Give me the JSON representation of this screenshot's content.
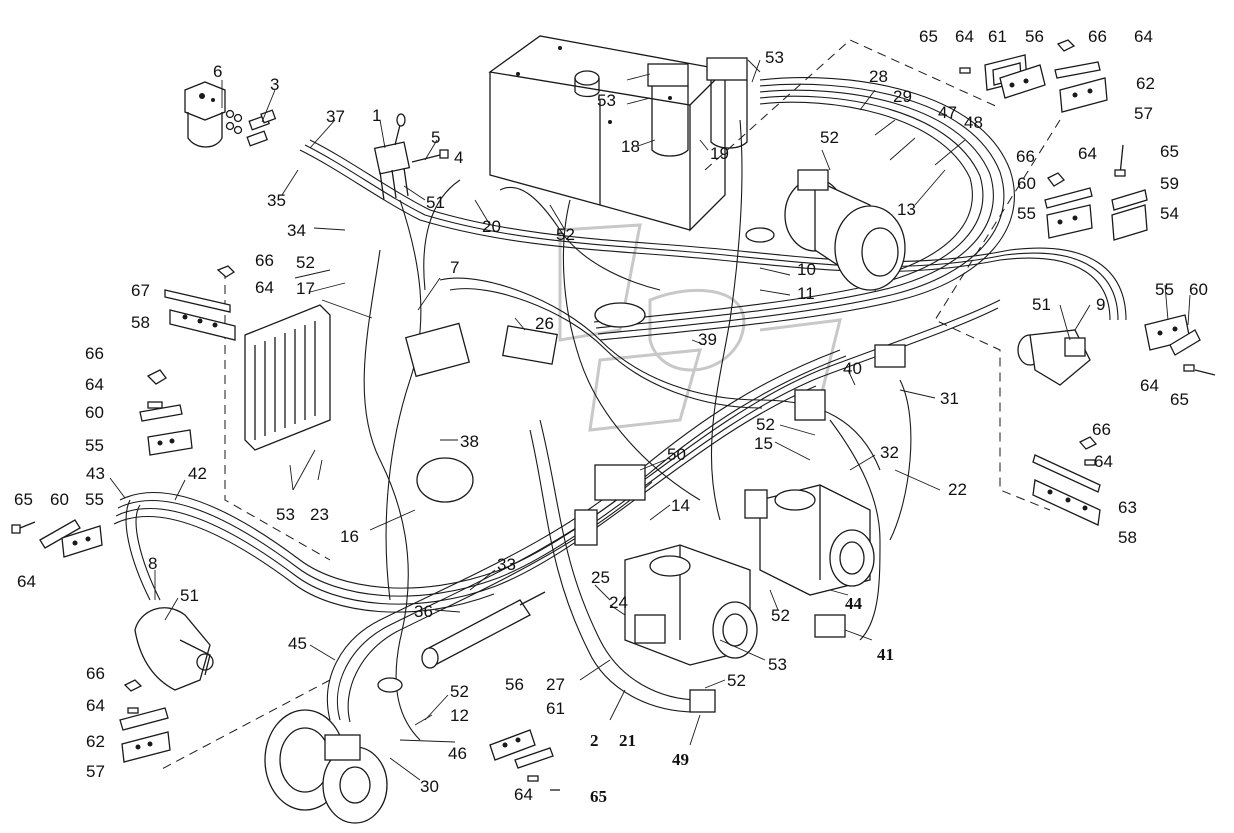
{
  "diagram": {
    "labels": [
      {
        "id": "6a",
        "text": "6"
      },
      {
        "id": "3a",
        "text": "3"
      },
      {
        "id": "37",
        "text": "37"
      },
      {
        "id": "1",
        "text": "1"
      },
      {
        "id": "5",
        "text": "5"
      },
      {
        "id": "4",
        "text": "4"
      },
      {
        "id": "35",
        "text": "35"
      },
      {
        "id": "51a",
        "text": "51"
      },
      {
        "id": "34",
        "text": "34"
      },
      {
        "id": "20",
        "text": "20"
      },
      {
        "id": "52a",
        "text": "52"
      },
      {
        "id": "18",
        "text": "18"
      },
      {
        "id": "19",
        "text": "19"
      },
      {
        "id": "53a",
        "text": "53"
      },
      {
        "id": "53b",
        "text": "53"
      },
      {
        "id": "28",
        "text": "28"
      },
      {
        "id": "29",
        "text": "29"
      },
      {
        "id": "47",
        "text": "47"
      },
      {
        "id": "48",
        "text": "48"
      },
      {
        "id": "52b",
        "text": "52"
      },
      {
        "id": "13",
        "text": "13"
      },
      {
        "id": "65a",
        "text": "65"
      },
      {
        "id": "64a",
        "text": "64"
      },
      {
        "id": "61a",
        "text": "61"
      },
      {
        "id": "56a",
        "text": "56"
      },
      {
        "id": "66a",
        "text": "66"
      },
      {
        "id": "64b",
        "text": "64"
      },
      {
        "id": "62a",
        "text": "62"
      },
      {
        "id": "57a",
        "text": "57"
      },
      {
        "id": "66b",
        "text": "66"
      },
      {
        "id": "64c",
        "text": "64"
      },
      {
        "id": "65b",
        "text": "65"
      },
      {
        "id": "60a",
        "text": "60"
      },
      {
        "id": "59",
        "text": "59"
      },
      {
        "id": "55a",
        "text": "55"
      },
      {
        "id": "54",
        "text": "54"
      },
      {
        "id": "66c",
        "text": "66"
      },
      {
        "id": "64d",
        "text": "64"
      },
      {
        "id": "67",
        "text": "67"
      },
      {
        "id": "58a",
        "text": "58"
      },
      {
        "id": "52c",
        "text": "52"
      },
      {
        "id": "17",
        "text": "17"
      },
      {
        "id": "7",
        "text": "7"
      },
      {
        "id": "26",
        "text": "26"
      },
      {
        "id": "10",
        "text": "10"
      },
      {
        "id": "11",
        "text": "11"
      },
      {
        "id": "39",
        "text": "39"
      },
      {
        "id": "55b",
        "text": "55"
      },
      {
        "id": "60b",
        "text": "60"
      },
      {
        "id": "51b",
        "text": "51"
      },
      {
        "id": "9",
        "text": "9"
      },
      {
        "id": "64e",
        "text": "64"
      },
      {
        "id": "65c",
        "text": "65"
      },
      {
        "id": "66d",
        "text": "66"
      },
      {
        "id": "64f",
        "text": "64"
      },
      {
        "id": "60c",
        "text": "60"
      },
      {
        "id": "55c",
        "text": "55"
      },
      {
        "id": "40",
        "text": "40"
      },
      {
        "id": "31",
        "text": "31"
      },
      {
        "id": "52d",
        "text": "52"
      },
      {
        "id": "15",
        "text": "15"
      },
      {
        "id": "38",
        "text": "38"
      },
      {
        "id": "50",
        "text": "50"
      },
      {
        "id": "32",
        "text": "32"
      },
      {
        "id": "66e",
        "text": "66"
      },
      {
        "id": "64g",
        "text": "64"
      },
      {
        "id": "63",
        "text": "63"
      },
      {
        "id": "22",
        "text": "22"
      },
      {
        "id": "58b",
        "text": "58"
      },
      {
        "id": "43",
        "text": "43"
      },
      {
        "id": "42",
        "text": "42"
      },
      {
        "id": "65d",
        "text": "65"
      },
      {
        "id": "60d",
        "text": "60"
      },
      {
        "id": "55d",
        "text": "55"
      },
      {
        "id": "64h",
        "text": "64"
      },
      {
        "id": "53c",
        "text": "53"
      },
      {
        "id": "23",
        "text": "23"
      },
      {
        "id": "16",
        "text": "16"
      },
      {
        "id": "14",
        "text": "14"
      },
      {
        "id": "8",
        "text": "8"
      },
      {
        "id": "51c",
        "text": "51"
      },
      {
        "id": "33",
        "text": "33"
      },
      {
        "id": "25",
        "text": "25"
      },
      {
        "id": "24",
        "text": "24"
      },
      {
        "id": "36",
        "text": "36"
      },
      {
        "id": "52e",
        "text": "52"
      },
      {
        "id": "44",
        "text": "44"
      },
      {
        "id": "41",
        "text": "41"
      },
      {
        "id": "53d",
        "text": "53"
      },
      {
        "id": "45",
        "text": "45"
      },
      {
        "id": "52f",
        "text": "52"
      },
      {
        "id": "12",
        "text": "12"
      },
      {
        "id": "46",
        "text": "46"
      },
      {
        "id": "30",
        "text": "30"
      },
      {
        "id": "56b",
        "text": "56"
      },
      {
        "id": "61b",
        "text": "61"
      },
      {
        "id": "27",
        "text": "27"
      },
      {
        "id": "52g",
        "text": "52"
      },
      {
        "id": "2",
        "text": "2"
      },
      {
        "id": "21",
        "text": "21"
      },
      {
        "id": "49",
        "text": "49"
      },
      {
        "id": "64i",
        "text": "64"
      },
      {
        "id": "65e",
        "text": "65"
      },
      {
        "id": "66f",
        "text": "66"
      },
      {
        "id": "64j",
        "text": "64"
      },
      {
        "id": "62b",
        "text": "62"
      },
      {
        "id": "57b",
        "text": "57"
      }
    ]
  }
}
